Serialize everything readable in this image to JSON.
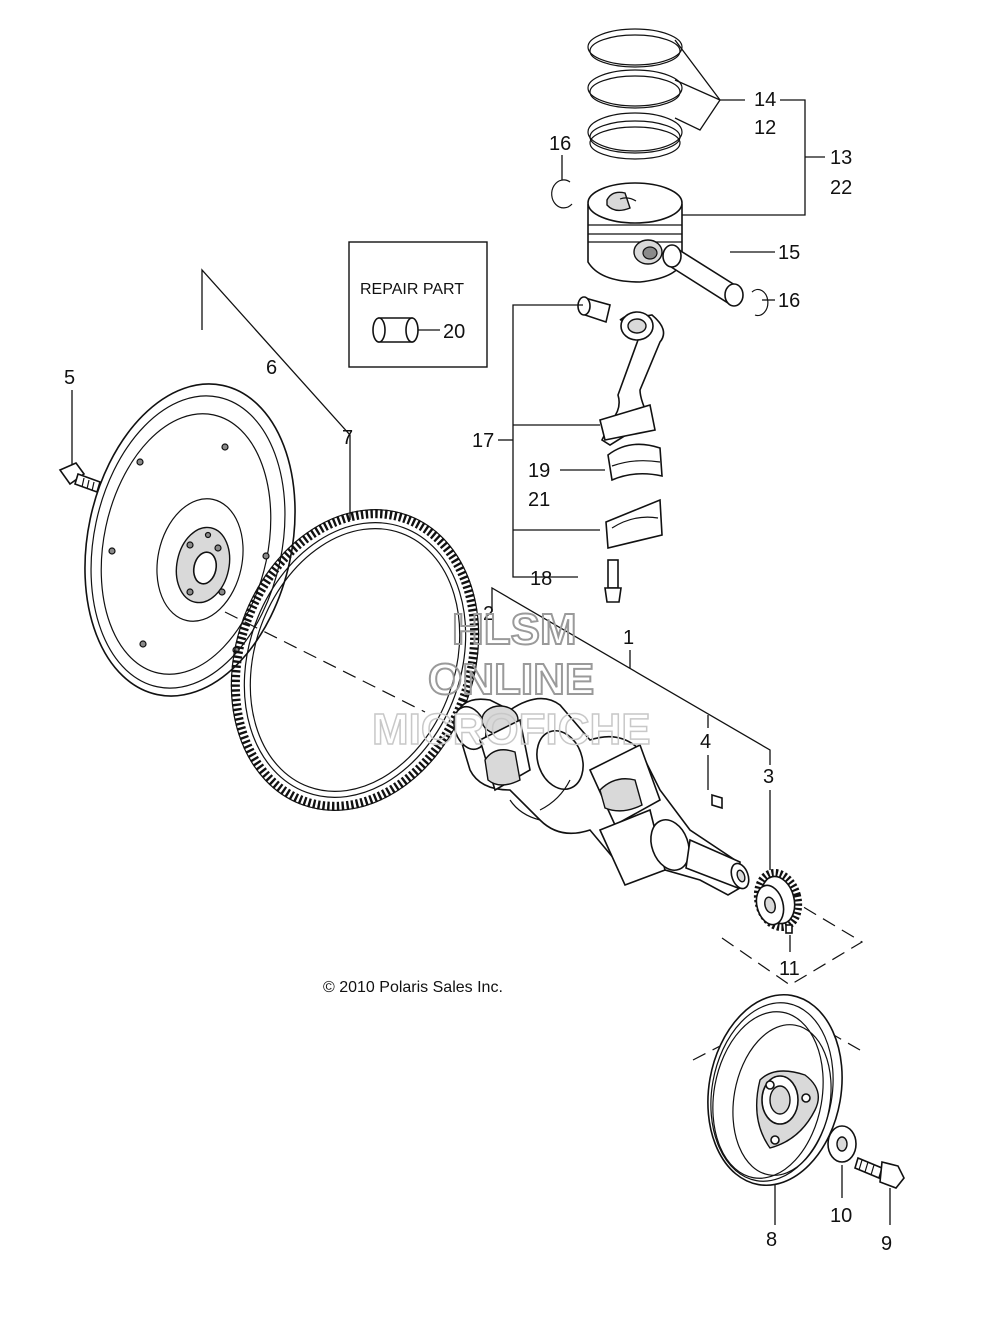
{
  "repair_box": {
    "title": "REPAIR PART",
    "callout": "20"
  },
  "callouts": {
    "c1": "1",
    "c2": "2",
    "c3": "3",
    "c4": "4",
    "c5": "5",
    "c6": "6",
    "c7": "7",
    "c8": "8",
    "c9": "9",
    "c10": "10",
    "c11": "11",
    "c12": "12",
    "c13": "13",
    "c14": "14",
    "c15": "15",
    "c16a": "16",
    "c16b": "16",
    "c17": "17",
    "c18": "18",
    "c19": "19",
    "c21": "21",
    "c22": "22"
  },
  "copyright": "© 2010 Polaris Sales Inc.",
  "watermark": {
    "line1": "HLSM",
    "line2": "ONLINE",
    "line3": "MICROFICHE"
  }
}
